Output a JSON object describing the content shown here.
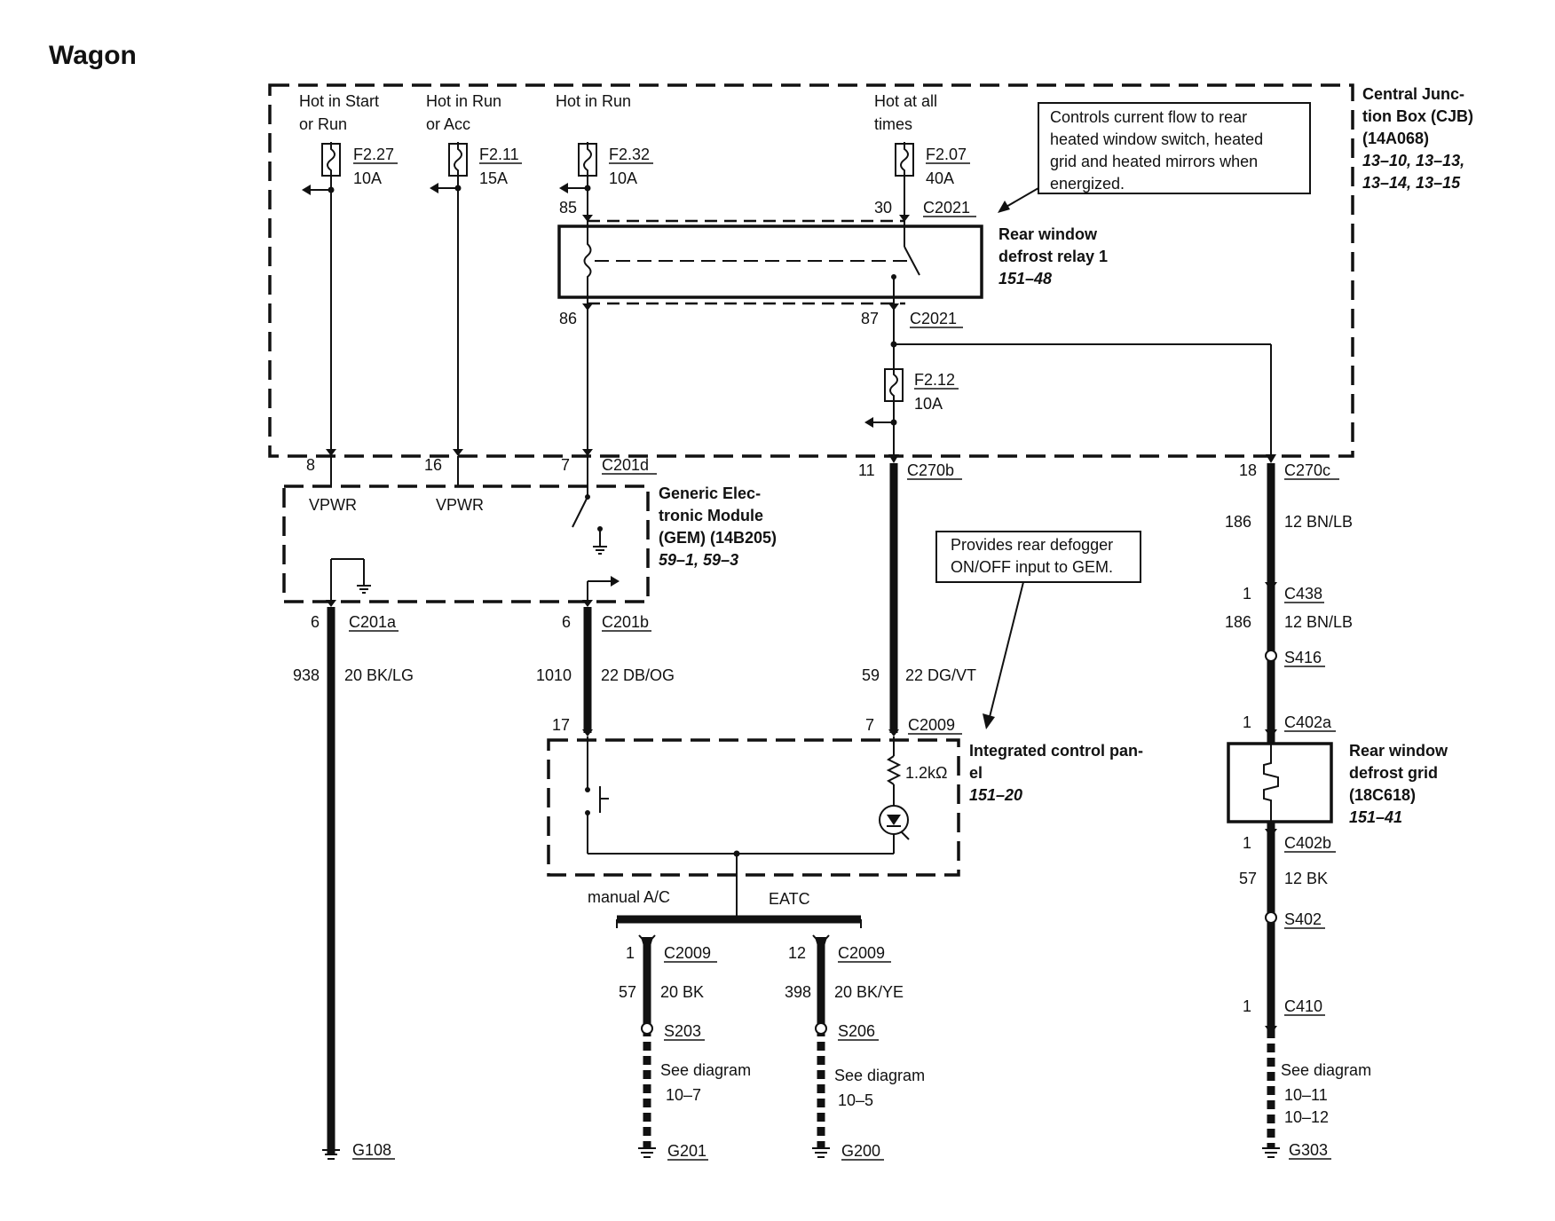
{
  "title": "Wagon",
  "cjb": {
    "title_lines": [
      "Central Junc-",
      "tion Box (CJB)",
      "(14A068)"
    ],
    "refs_lines": [
      "13–10, 13–13,",
      "13–14, 13–15"
    ],
    "supplies": [
      {
        "lines": [
          "Hot in Start",
          "or Run"
        ],
        "fuse": "F2.27",
        "amps": "10A",
        "pin": "8"
      },
      {
        "lines": [
          "Hot in Run",
          "or Acc"
        ],
        "fuse": "F2.11",
        "amps": "15A",
        "pin": "16"
      },
      {
        "lines": [
          "Hot in Run"
        ],
        "fuse": "F2.32",
        "amps": "10A",
        "pin": "85"
      },
      {
        "lines": [
          "Hot at all",
          "times"
        ],
        "fuse": "F2.07",
        "amps": "40A",
        "pin": "30"
      }
    ],
    "note_lines": [
      "Controls current flow to rear",
      "heated window switch, heated",
      "grid and heated mirrors when",
      "energized."
    ],
    "relay": {
      "title_lines": [
        "Rear window",
        "defrost relay 1"
      ],
      "ref": "151–48",
      "connector": "C2021",
      "pin_86": "86",
      "pin_87": "87"
    },
    "inner_fuse": {
      "fuse": "F2.12",
      "amps": "10A"
    }
  },
  "gem": {
    "title_lines": [
      "Generic Elec-",
      "tronic Module",
      "(GEM) (14B205)"
    ],
    "refs": "59–1, 59–3",
    "vpwr": "VPWR",
    "pins": [
      {
        "pin": "8",
        "connector": ""
      },
      {
        "pin": "16",
        "connector": ""
      },
      {
        "pin": "7",
        "connector": "C201d"
      }
    ],
    "out_left": {
      "pin": "6",
      "connector": "C201a",
      "circuit": "938",
      "wire": "20 BK/LG"
    },
    "out_right": {
      "pin": "6",
      "connector": "C201b",
      "circuit": "1010",
      "wire": "22 DB/OG"
    }
  },
  "relay_output": {
    "pin": "11",
    "connector": "C270b",
    "circuit": "59",
    "wire": "22 DG/VT"
  },
  "defogger_note_lines": [
    "Provides rear defogger",
    "ON/OFF input to GEM."
  ],
  "icp": {
    "title_lines": [
      "Integrated control pan-",
      "el"
    ],
    "ref": "151–20",
    "pin_left": "17",
    "pin_right": "7",
    "connector": "C2009",
    "resistor": "1.2kΩ"
  },
  "ground_branches": {
    "label_left": "manual A/C",
    "label_right": "EATC",
    "left": {
      "pin": "1",
      "connector": "C2009",
      "circuit": "57",
      "wire": "20 BK",
      "splice": "S203",
      "see_lines": [
        "See diagram",
        "10–7"
      ],
      "ground": "G201"
    },
    "right": {
      "pin": "12",
      "connector": "C2009",
      "circuit": "398",
      "wire": "20 BK/YE",
      "splice": "S206",
      "see_lines": [
        "See diagram",
        "10–5"
      ],
      "ground": "G200"
    }
  },
  "gem_ground": {
    "ground": "G108"
  },
  "grid_circuit": {
    "c270c": {
      "pin": "18",
      "connector": "C270c"
    },
    "wire1": {
      "circuit": "186",
      "wire": "12 BN/LB"
    },
    "c438": {
      "pin": "1",
      "connector": "C438"
    },
    "wire2": {
      "circuit": "186",
      "wire": "12 BN/LB"
    },
    "splice1": "S416",
    "c402a": {
      "pin": "1",
      "connector": "C402a"
    },
    "grid": {
      "title_lines": [
        "Rear window",
        "defrost grid",
        "(18C618)"
      ],
      "ref": "151–41"
    },
    "c402b": {
      "pin": "1",
      "connector": "C402b"
    },
    "wire3": {
      "circuit": "57",
      "wire": "12 BK"
    },
    "splice2": "S402",
    "c410": {
      "pin": "1",
      "connector": "C410"
    },
    "see_lines": [
      "See diagram",
      "10–11",
      "10–12"
    ],
    "ground": "G303"
  }
}
